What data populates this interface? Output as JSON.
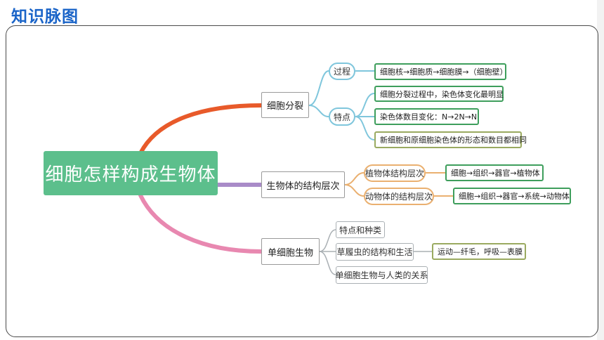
{
  "header": {
    "title": "知识脉图"
  },
  "colors": {
    "root_fill": "#5cbf8c",
    "branch_cell_division": "#e85a2a",
    "branch_structure": "#a98bc8",
    "branch_unicellular": "#e888b0",
    "sub_connector_blue": "#7fc6dc",
    "sub_connector_orange": "#eab070",
    "leaf_border": "#3e9e5c"
  },
  "root": {
    "label": "细胞怎样构成生物体"
  },
  "branches": {
    "cell_division": {
      "label": "细胞分裂",
      "process": {
        "label": "过程",
        "detail": "细胞核→细胞质→细胞膜→（细胞壁）"
      },
      "features": {
        "label": "特点",
        "details": [
          "细胞分裂过程中，染色体变化最明显",
          "染色体数目变化：N→2N→N",
          "新细胞和原细胞染色体的形态和数目都相同"
        ]
      }
    },
    "structure_levels": {
      "label": "生物体的结构层次",
      "plant": {
        "label": "植物体结构层次",
        "detail": "细胞→组织→器官→植物体"
      },
      "animal": {
        "label": "动物体的结构层次",
        "detail": "细胞→组织→器官→系统→动物体"
      }
    },
    "unicellular": {
      "label": "单细胞生物",
      "items": [
        "特点和种类",
        "草履虫的结构和生活",
        "单细胞生物与人类的关系"
      ],
      "paramecium_detail": "运动—纤毛，呼吸—表膜"
    }
  }
}
